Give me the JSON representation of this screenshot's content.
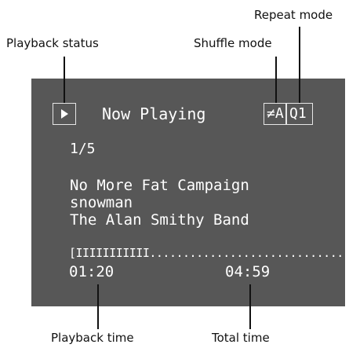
{
  "callouts": {
    "repeat_mode": "Repeat mode",
    "playback_status": "Playback status",
    "shuffle_mode": "Shuffle mode",
    "playback_time": "Playback time",
    "total_time": "Total time"
  },
  "screen": {
    "title": "Now Playing",
    "shuffle_glyph": "≠A",
    "repeat_glyph": "Q1",
    "track_position": "1/5",
    "track_title": "No More Fat Campaign",
    "track_subtitle": "snowman",
    "artist": "The Alan Smithy Band",
    "progress_bar": "[IIIIIIIIIII..............................]",
    "elapsed_time": "01:20",
    "total_time": "04:59"
  },
  "playback": {
    "status": "playing",
    "progress_fraction": 0.27
  },
  "colors": {
    "screen_bg": "#575757",
    "text": "#ffffff",
    "callout_text": "#111111"
  }
}
